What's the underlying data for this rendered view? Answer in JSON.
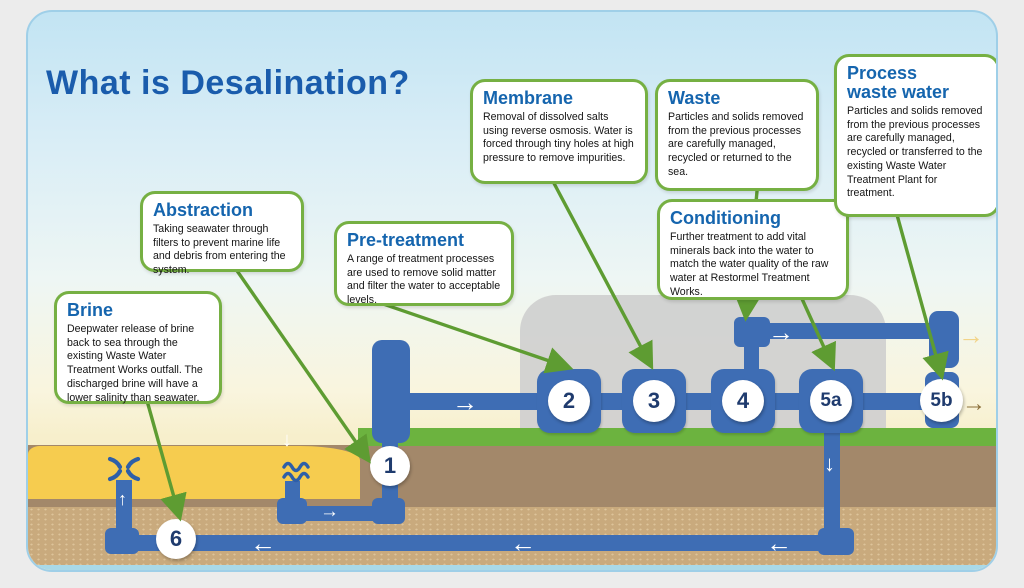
{
  "title": "What is Desalination?",
  "callouts": {
    "brine": {
      "title": "Brine",
      "body": "Deepwater release of brine back to sea through the existing Waste Water Treatment Works outfall. The discharged brine will have a lower salinity than seawater."
    },
    "abstraction": {
      "title": "Abstraction",
      "body": "Taking seawater through filters to prevent marine life and debris from entering the system."
    },
    "pretreatment": {
      "title": "Pre-treatment",
      "body": "A range of treatment processes are used to remove solid matter and filter the water to acceptable levels."
    },
    "membrane": {
      "title": "Membrane",
      "body": "Removal of dissolved salts using reverse osmosis. Water is forced through tiny holes at high pressure to remove impurities."
    },
    "waste": {
      "title": "Waste",
      "body": "Particles and solids removed from the previous processes are carefully managed, recycled or returned to the sea."
    },
    "conditioning": {
      "title": "Conditioning",
      "body": "Further treatment to add vital minerals back into the water to match the water quality of the raw water at Restormel Treatment Works."
    },
    "process_waste_water": {
      "title": "Process waste water",
      "body": "Particles and solids removed from the previous processes are carefully managed, recycled or transferred to the existing Waste Water Treatment Plant for treatment."
    }
  },
  "stages": {
    "s1": "1",
    "s2": "2",
    "s3": "3",
    "s4": "4",
    "s5a": "5a",
    "s5b": "5b",
    "s6": "6"
  },
  "icons": {
    "arrow_right": "→",
    "arrow_left": "←",
    "arrow_down": "↓",
    "arrow_up": "↑"
  },
  "colors": {
    "pipe_blue": "#3e6db4",
    "callout_green": "#76b043",
    "connector_green": "#5e9c32",
    "heading_blue": "#1565ae",
    "title_blue": "#1a5cac",
    "sand": "#f6cc4f",
    "grass": "#6cb33f",
    "earth": "#a3886a",
    "waste_out_arrow": "#f2d488",
    "water_out_arrow": "#8a6f3a"
  }
}
